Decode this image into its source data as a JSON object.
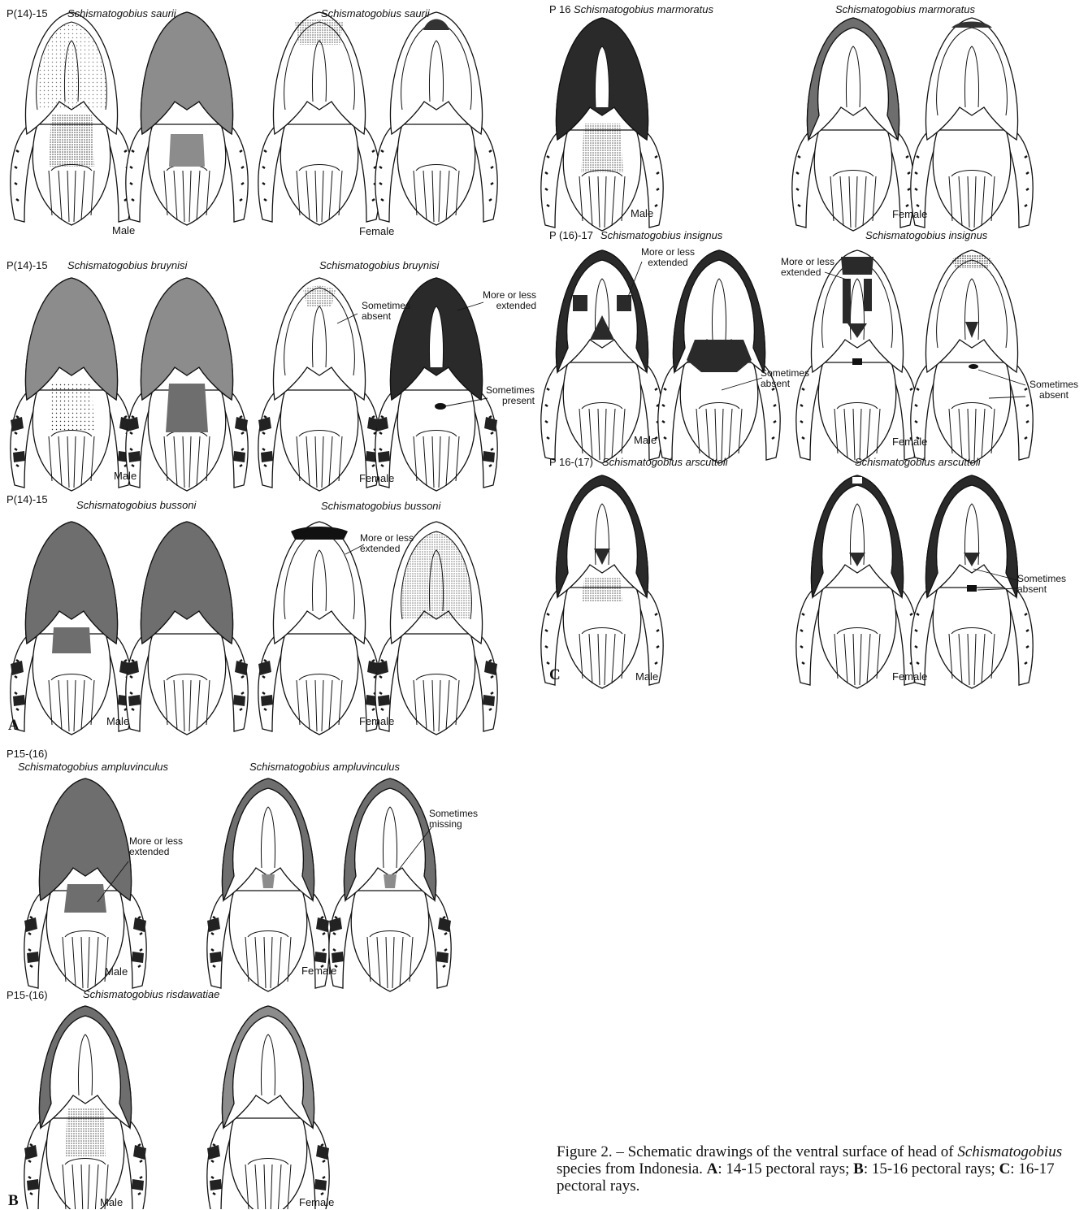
{
  "panels": {
    "A": {
      "letter": "A",
      "rows": [
        {
          "code": "P(14)-15",
          "male_species": "Schismatogobius saurii",
          "female_species": "Schismatogobius saurii",
          "male_label": "Male",
          "female_label": "Female"
        },
        {
          "code": "P(14)-15",
          "male_species": "Schismatogobius bruynisi",
          "female_species": "Schismatogobius bruynisi",
          "male_label": "Male",
          "female_label": "Female",
          "notes": [
            "Sometimes absent",
            "More or less extended",
            "Sometimes present"
          ]
        },
        {
          "code": "P(14)-15",
          "male_species": "Schismatogobius bussoni",
          "female_species": "Schismatogobius bussoni",
          "male_label": "Male",
          "female_label": "Female",
          "notes": [
            "More or less extended"
          ]
        }
      ]
    },
    "B": {
      "letter": "B",
      "rows": [
        {
          "code": "P15-(16)",
          "male_species": "Schismatogobius ampluvinculus",
          "female_species": "Schismatogobius ampluvinculus",
          "male_label": "Male",
          "female_label": "Female",
          "notes": [
            "More or less extended",
            "Sometimes missing"
          ]
        },
        {
          "code": "P15-(16)",
          "male_species": "Schismatogobius risdawatiae",
          "male_label": "Male",
          "female_label": "Female"
        }
      ]
    },
    "C": {
      "letter": "C",
      "rows": [
        {
          "code": "P 16",
          "male_species": "Schismatogobius marmoratus",
          "female_species": "Schismatogobius marmoratus",
          "male_label": "Male",
          "female_label": "Female"
        },
        {
          "code": "P (16)-17",
          "male_species": "Schismatogobius insignus",
          "female_species": "Schismatogobius insignus",
          "male_label": "Male",
          "female_label": "Female",
          "notes": [
            "More or less extended",
            "Sometimes absent",
            "More or less extended",
            "Sometimes absent"
          ]
        },
        {
          "code": "P 16-(17)",
          "male_species": "Schismatogobius arscuttoli",
          "female_species": "Schismatogobius arscuttoli",
          "male_label": "Male",
          "female_label": "Female",
          "notes": [
            "Sometimes absent"
          ]
        }
      ]
    }
  },
  "caption": {
    "lead": "Figure 2. – Schematic drawings of the ventral surface of head of",
    "genus": "Schismatogobius",
    "tail": "species from Indonesia.",
    "a_letter": "A",
    "a_text": ": 14-15 pectoral rays;",
    "b_letter": "B",
    "b_text": ": 15-16 pectoral rays;",
    "c_letter": "C",
    "c_text": ": 16-17 pectoral rays."
  },
  "colors": {
    "ink": "#111111",
    "mid_grey": "#8c8c8c",
    "dark_grey": "#6e6e6e",
    "black_fill": "#2a2a2a"
  }
}
